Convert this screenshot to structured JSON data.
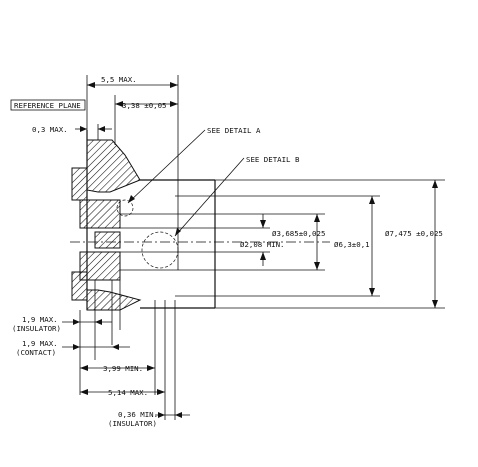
{
  "reference_plane": "REFERENCE PLANE",
  "callouts": {
    "detail_a": "SEE DETAIL A",
    "detail_b": "SEE DETAIL B"
  },
  "dimensions": {
    "overall_length": "5,5 MAX.",
    "ref_to_face": "3,38 ±0,05",
    "flange_offset": "0,3 MAX.",
    "bore_diameter": "Ø3,685±0,025",
    "pin_diameter": "Ø2,08 MIN.",
    "body_diameter": "Ø6,3±0,1",
    "outer_diameter": "Ø7,475 ±0,025",
    "insulator_recess": "1,9 MAX.",
    "insulator_recess_note": "(INSULATOR)",
    "contact_recess": "1,9 MAX.",
    "contact_recess_note": "(CONTACT)",
    "contact_length": "3,99 MIN.",
    "body_length": "5,14 MAX.",
    "insulator_wall": "0,36 MIN.",
    "insulator_wall_note": "(INSULATOR)"
  }
}
